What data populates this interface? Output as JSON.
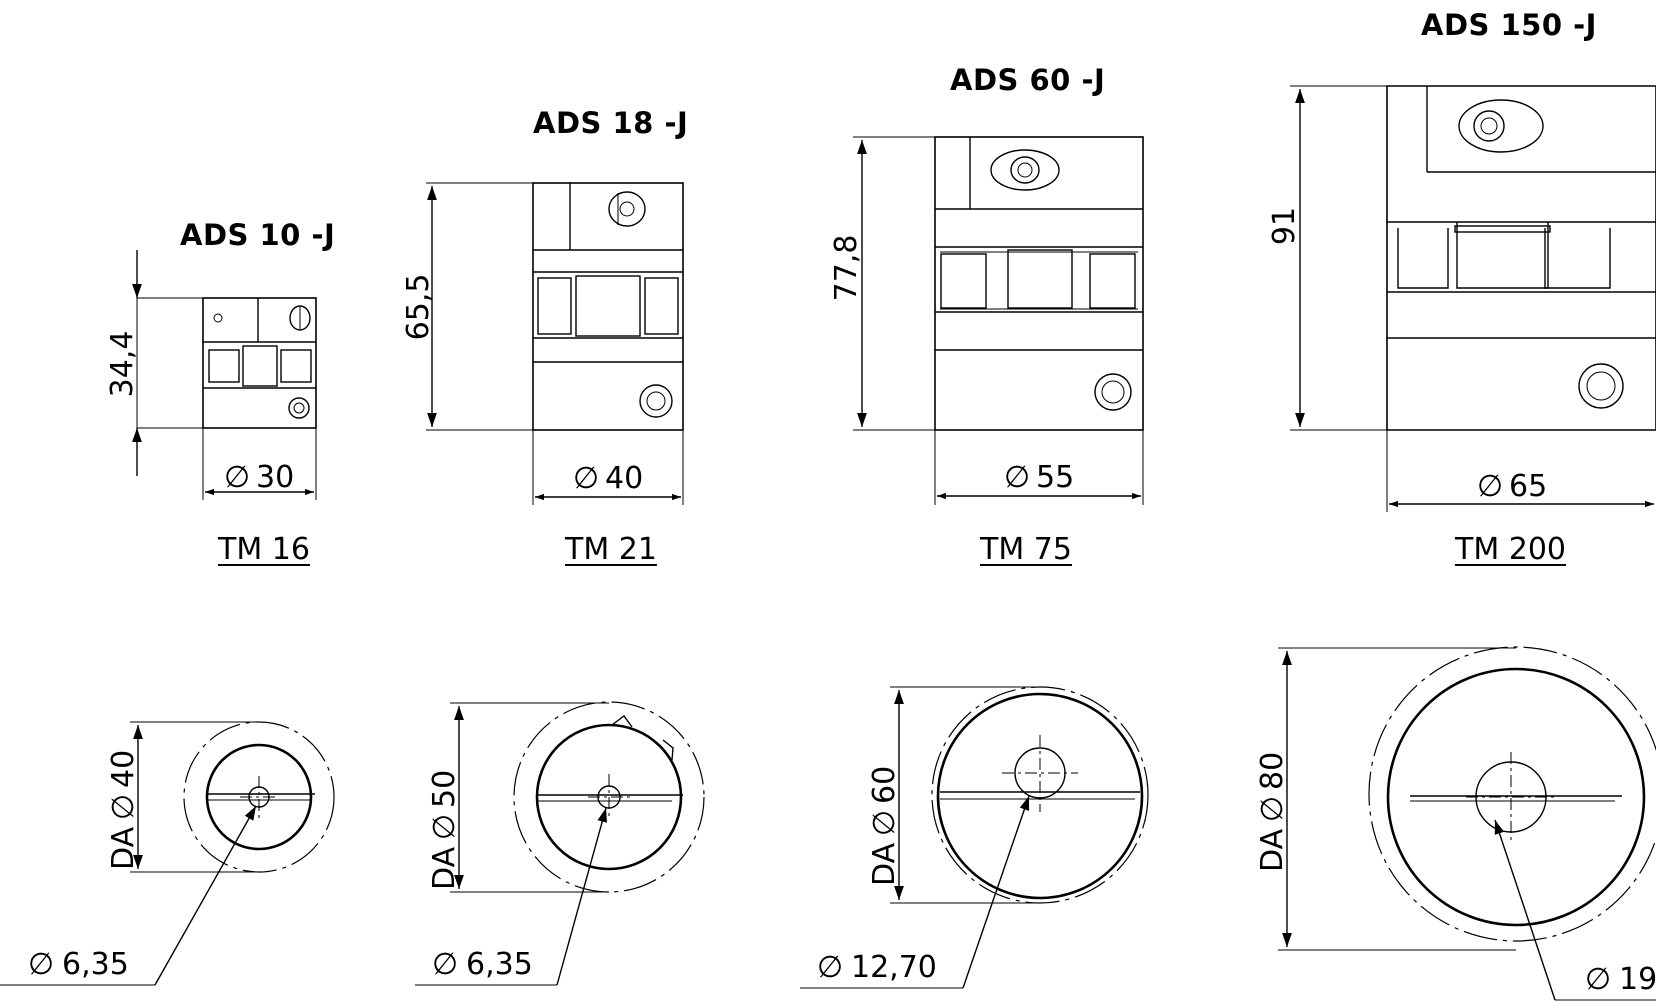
{
  "couplings": [
    {
      "title": "ADS 10 -J",
      "model": "TM 16",
      "length": "34,4",
      "diameter": "30",
      "da": "DA",
      "da_diameter": "40",
      "bore": "6,35"
    },
    {
      "title": "ADS 18 -J",
      "model": "TM 21",
      "length": "65,5",
      "diameter": "40",
      "da": "DA",
      "da_diameter": "50",
      "bore": "6,35"
    },
    {
      "title": "ADS 60 -J",
      "model": "TM 75",
      "length": "77,8",
      "diameter": "55",
      "da": "DA",
      "da_diameter": "60",
      "bore": "12,70"
    },
    {
      "title": "ADS 150 -J",
      "model": "TM 200",
      "length": "91",
      "diameter": "65",
      "da": "DA",
      "da_diameter": "80",
      "bore": "19"
    }
  ],
  "symbols": {
    "diameter": "∅"
  }
}
